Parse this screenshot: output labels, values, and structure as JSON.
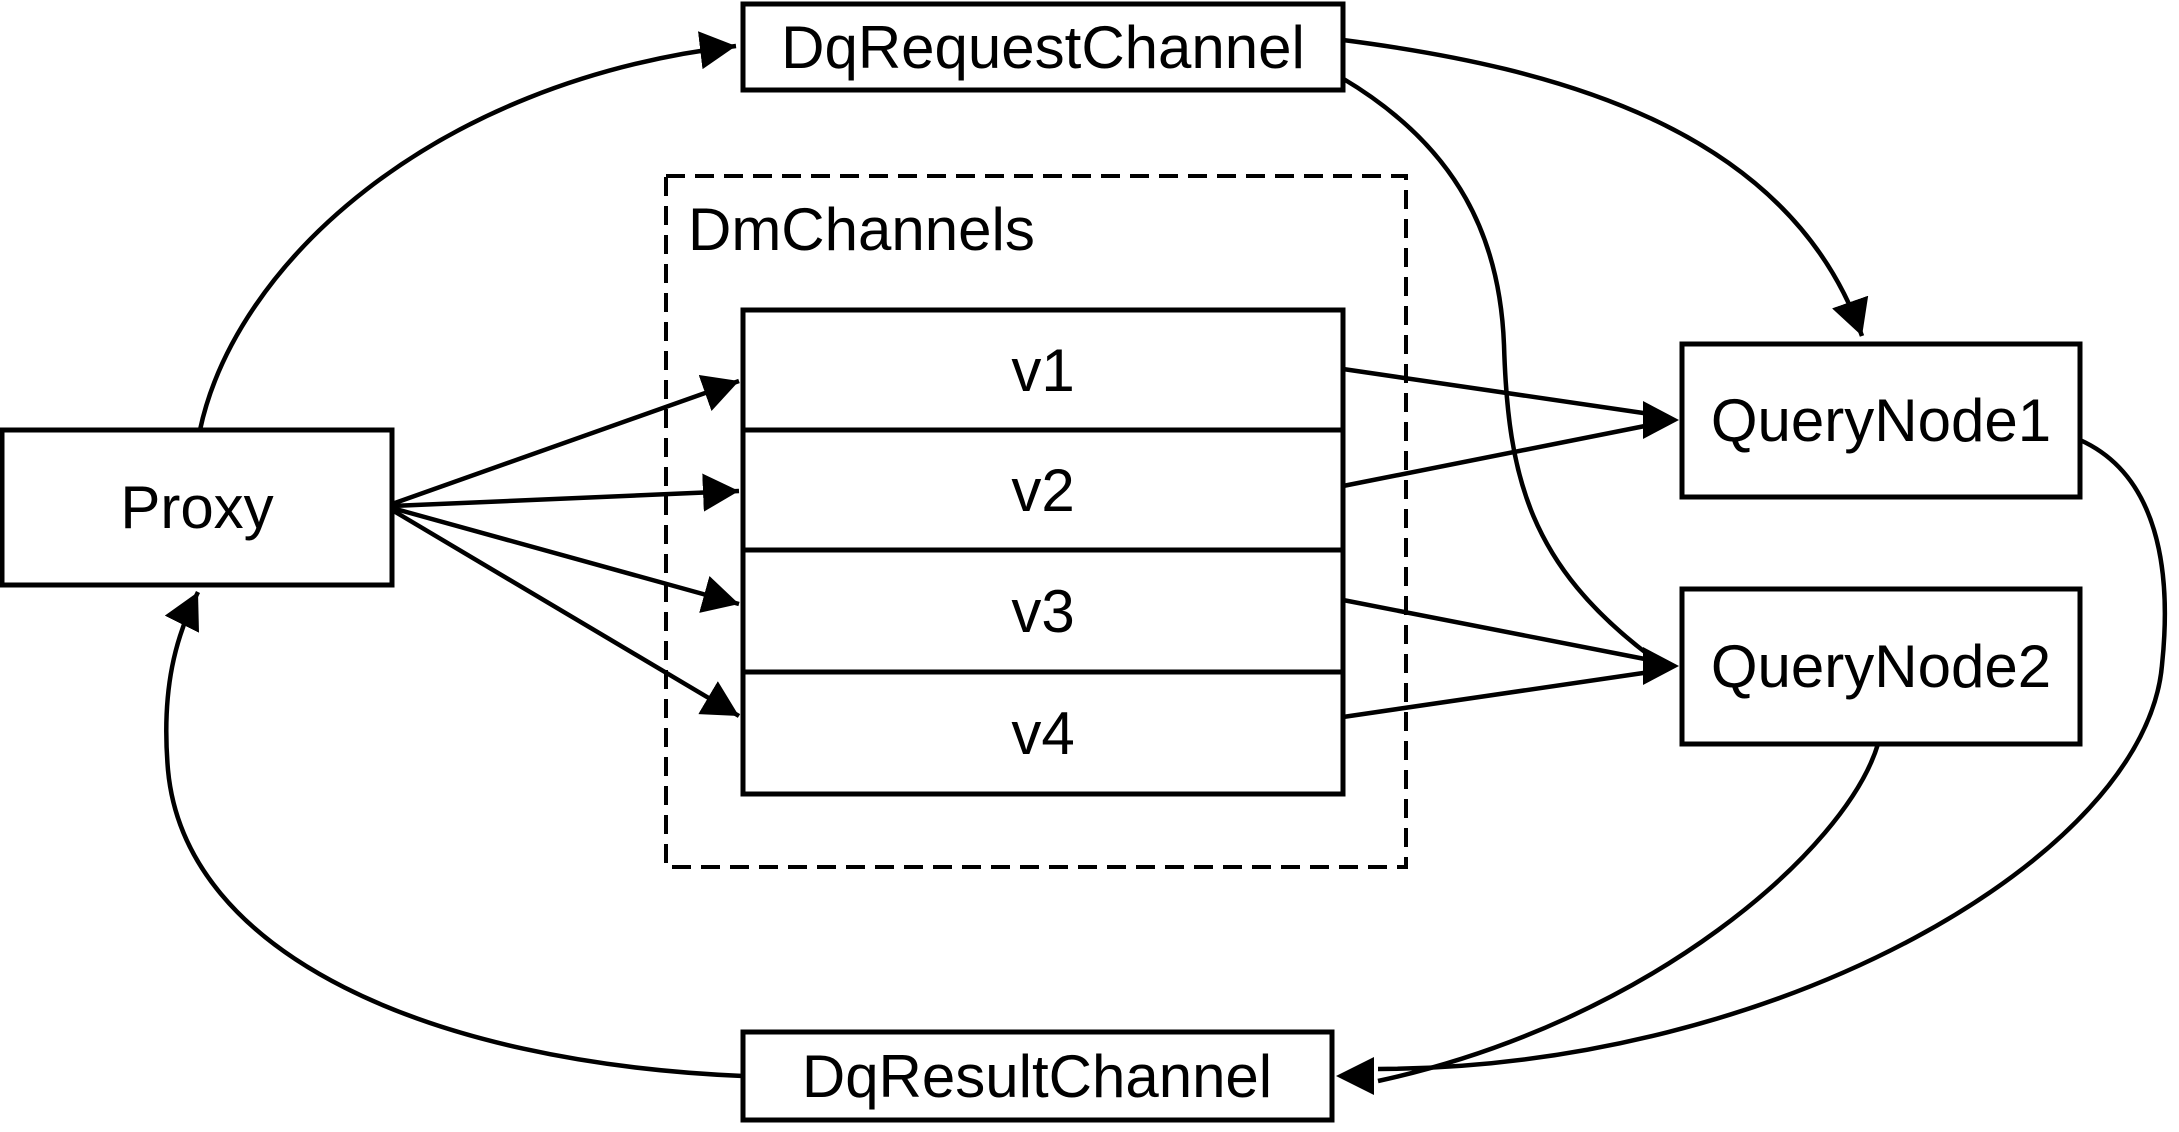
{
  "diagram": {
    "description": "Query flow diagram with proxy, channels and query nodes",
    "colors": {
      "background": "#ffffff",
      "stroke": "#000000",
      "text": "#000000"
    },
    "nodes": {
      "proxy": {
        "label": "Proxy"
      },
      "dq_request_channel": {
        "label": "DqRequestChannel"
      },
      "dm_channels": {
        "label": "DmChannels"
      },
      "v1": {
        "label": "v1"
      },
      "v2": {
        "label": "v2"
      },
      "v3": {
        "label": "v3"
      },
      "v4": {
        "label": "v4"
      },
      "query_node1": {
        "label": "QueryNode1"
      },
      "query_node2": {
        "label": "QueryNode2"
      },
      "dq_result_channel": {
        "label": "DqResultChannel"
      }
    },
    "edges": [
      {
        "from": "Proxy",
        "to": "DqRequestChannel"
      },
      {
        "from": "DqRequestChannel",
        "to": "QueryNode1"
      },
      {
        "from": "DqRequestChannel",
        "to": "QueryNode2"
      },
      {
        "from": "Proxy",
        "to": "v1"
      },
      {
        "from": "Proxy",
        "to": "v2"
      },
      {
        "from": "Proxy",
        "to": "v3"
      },
      {
        "from": "Proxy",
        "to": "v4"
      },
      {
        "from": "v1",
        "to": "QueryNode1"
      },
      {
        "from": "v2",
        "to": "QueryNode1"
      },
      {
        "from": "v3",
        "to": "QueryNode2"
      },
      {
        "from": "v4",
        "to": "QueryNode2"
      },
      {
        "from": "QueryNode1",
        "to": "DqResultChannel"
      },
      {
        "from": "QueryNode2",
        "to": "DqResultChannel"
      },
      {
        "from": "DqResultChannel",
        "to": "Proxy"
      }
    ]
  }
}
